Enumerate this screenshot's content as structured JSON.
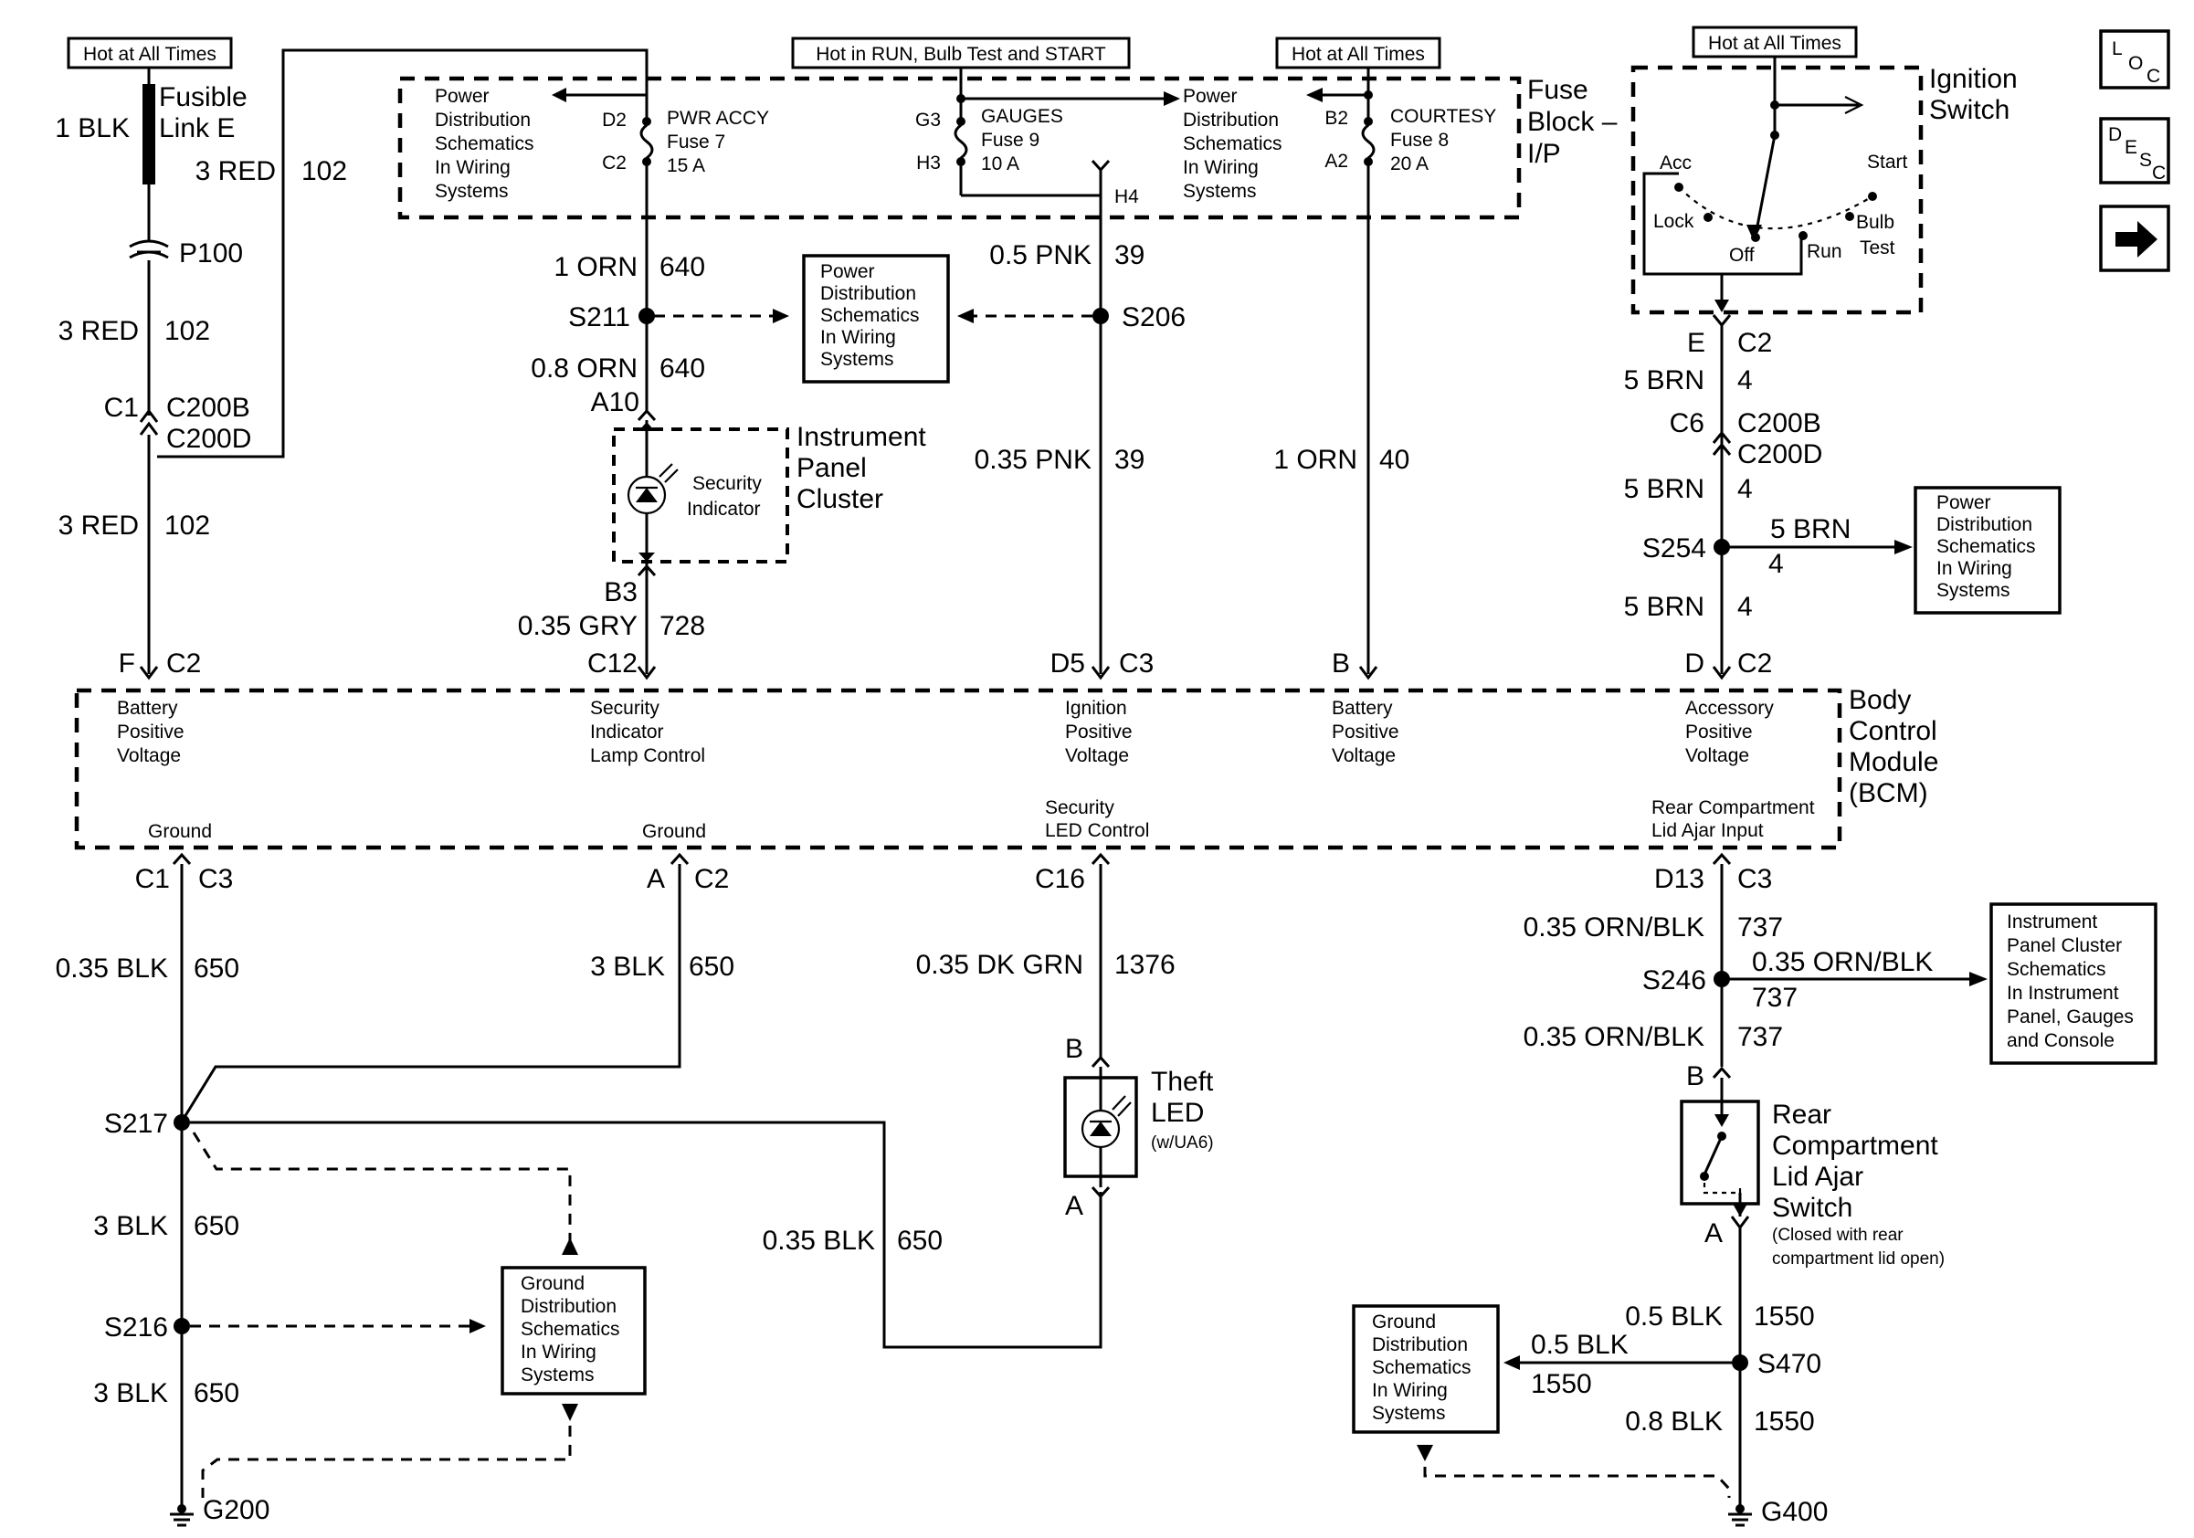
{
  "hot_labels": {
    "left": "Hot at All Times",
    "run": "Hot in RUN, Bulb Test and START",
    "courtesy": "Hot at All Times",
    "ignition": "Hot at All Times"
  },
  "fusible_link": {
    "name": [
      "Fusible",
      "Link E"
    ],
    "wire_top": "1 BLK",
    "wire_mid": [
      "3 RED",
      "102"
    ],
    "splice": "P100",
    "wire_a": [
      "3 RED",
      "102"
    ],
    "conn_c1": "C1",
    "conn_b": "C200B",
    "conn_d": "C200D",
    "wire_b": [
      "3 RED",
      "102"
    ],
    "pin_f": "F",
    "pin_c2": "C2"
  },
  "fuse_block": {
    "label": [
      "Fuse",
      "Block –",
      "I/P"
    ],
    "pwr_dist_left": [
      "Power",
      "Distribution",
      "Schematics",
      "In Wiring",
      "Systems"
    ],
    "pwr_dist_mid": [
      "Power",
      "Distribution",
      "Schematics",
      "In Wiring",
      "Systems"
    ],
    "fuse7": {
      "pin_in": "D2",
      "pin_out": "C2",
      "lines": [
        "PWR ACCY",
        "Fuse 7",
        "15 A"
      ]
    },
    "fuse9": {
      "pin_in": "G3",
      "pin_out": "H3",
      "pin_h4": "H4",
      "lines": [
        "GAUGES",
        "Fuse 9",
        "10 A"
      ]
    },
    "fuse8": {
      "pin_in": "B2",
      "pin_out": "A2",
      "lines": [
        "COURTESY",
        "Fuse 8",
        "20 A"
      ]
    }
  },
  "ignition_switch": {
    "label": [
      "Ignition",
      "Switch"
    ],
    "positions": {
      "acc": "Acc",
      "lock": "Lock",
      "off": "Off",
      "run": "Run",
      "start": "Start",
      "bulb": [
        "Bulb",
        "Test"
      ]
    },
    "pin_e": "E",
    "pin_c2": "C2",
    "wire_a": [
      "5 BRN",
      "4"
    ],
    "conn_c6": "C6",
    "conn_b": "C200B",
    "conn_d": "C200D",
    "wire_b": [
      "5 BRN",
      "4"
    ],
    "splice": "S254",
    "branch": [
      "5 BRN",
      "4"
    ],
    "wire_c": [
      "5 BRN",
      "4"
    ],
    "pin_d": "D",
    "pin_d_c2": "C2",
    "pwr_dist": [
      "Power",
      "Distribution",
      "Schematics",
      "In Wiring",
      "Systems"
    ]
  },
  "orn_circuit": {
    "wire_a": [
      "1 ORN",
      "640"
    ],
    "splice": "S211",
    "wire_b": [
      "0.8 ORN",
      "640"
    ],
    "pin_a10": "A10",
    "pwr_dist": [
      "Power",
      "Distribution",
      "Schematics",
      "In Wiring",
      "Systems"
    ]
  },
  "pnk_circuit": {
    "wire_a": [
      "0.5 PNK",
      "39"
    ],
    "splice": "S206",
    "wire_b": [
      "0.35 PNK",
      "39"
    ],
    "pin_d5": "D5",
    "pin_c3": "C3"
  },
  "courtesy_circuit": {
    "wire": [
      "1 ORN",
      "40"
    ],
    "pin_b": "B"
  },
  "ipc": {
    "label": [
      "Instrument",
      "Panel",
      "Cluster"
    ],
    "indicator": [
      "Security",
      "Indicator"
    ],
    "pin_b3": "B3",
    "wire": [
      "0.35 GRY",
      "728"
    ],
    "pin_c12": "C12"
  },
  "bcm": {
    "label": [
      "Body",
      "Control",
      "Module",
      "(BCM)"
    ],
    "inputs": {
      "battery1": [
        "Battery",
        "Positive",
        "Voltage"
      ],
      "security_lamp": [
        "Security",
        "Indicator",
        "Lamp Control"
      ],
      "ignition": [
        "Ignition",
        "Positive",
        "Voltage"
      ],
      "battery2": [
        "Battery",
        "Positive",
        "Voltage"
      ],
      "accessory": [
        "Accessory",
        "Positive",
        "Voltage"
      ]
    },
    "outputs": {
      "ground1": "Ground",
      "ground2": "Ground",
      "security_led": [
        "Security",
        "LED Control"
      ],
      "rear_lid": [
        "Rear Compartment",
        "Lid Ajar Input"
      ]
    }
  },
  "ground_left": {
    "pin_c1": "C1",
    "pin_c3": "C3",
    "wire_a": [
      "0.35 BLK",
      "650"
    ],
    "pin_a": "A",
    "pin_a_c2": "C2",
    "wire_b": [
      "3 BLK",
      "650"
    ],
    "splice_217": "S217",
    "wire_c": [
      "3 BLK",
      "650"
    ],
    "splice_216": "S216",
    "wire_d": [
      "3 BLK",
      "650"
    ],
    "ground": "G200",
    "gnd_dist": [
      "Ground",
      "Distribution",
      "Schematics",
      "In Wiring",
      "Systems"
    ],
    "wire_e": [
      "0.35 BLK",
      "650"
    ]
  },
  "theft_led": {
    "pin_c16": "C16",
    "wire": [
      "0.35 DK GRN",
      "1376"
    ],
    "pin_b": "B",
    "label": [
      "Theft",
      "LED"
    ],
    "option": "(w/UA6)",
    "pin_a": "A"
  },
  "rear_lid": {
    "pin_d13": "D13",
    "pin_c3": "C3",
    "wire_a": [
      "0.35 ORN/BLK",
      "737"
    ],
    "splice": "S246",
    "branch": [
      "0.35 ORN/BLK",
      "737"
    ],
    "wire_b": [
      "0.35 ORN/BLK",
      "737"
    ],
    "pin_b": "B",
    "label": [
      "Rear",
      "Compartment",
      "Lid Ajar",
      "Switch"
    ],
    "note": [
      "(Closed with rear",
      "compartment lid open)"
    ],
    "pin_a": "A",
    "ipc_ref": [
      "Instrument",
      "Panel Cluster",
      "Schematics",
      "In Instrument",
      "Panel, Gauges",
      "and Console"
    ],
    "wire_c": [
      "0.5 BLK",
      "1550"
    ],
    "splice_470": "S470",
    "branch_470": [
      "0.5 BLK",
      "1550"
    ],
    "wire_d": [
      "0.8 BLK",
      "1550"
    ],
    "ground": "G400",
    "gnd_dist": [
      "Ground",
      "Distribution",
      "Schematics",
      "In Wiring",
      "Systems"
    ]
  },
  "nav": {
    "loc": {
      "l": "L",
      "o": "O",
      "c": "C"
    },
    "desc": {
      "d": "D",
      "e": "E",
      "s": "S",
      "c": "C"
    },
    "next_icon": "right-arrow-icon"
  }
}
